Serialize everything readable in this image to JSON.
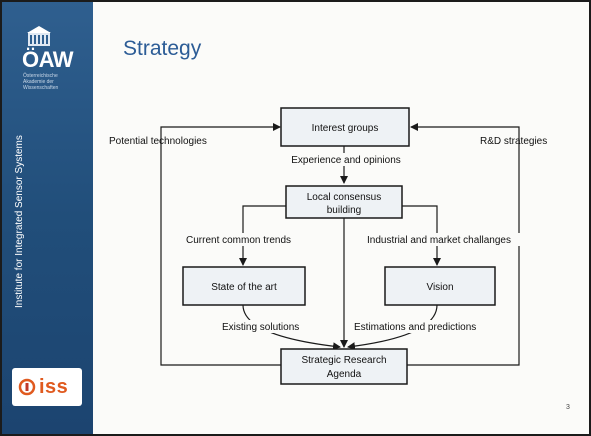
{
  "sidebar": {
    "logo_text": "ÖAW",
    "logo_sub": [
      "Österreichische",
      "Akademie der",
      "Wissenschaften"
    ],
    "vertical_title": "Institute for Integrated Sensor Systems",
    "bottom_logo_text": "iss",
    "accent": "#2a5a8a"
  },
  "slide": {
    "title": "Strategy",
    "page_number": "3"
  },
  "diagram": {
    "boxes": {
      "interest": "Interest groups",
      "consensus": [
        "Local consensus",
        "building"
      ],
      "state": "State of the art",
      "vision": "Vision",
      "agenda": [
        "Strategic Research",
        "Agenda"
      ]
    },
    "labels": {
      "potential": "Potential technologies",
      "rd": "R&D strategies",
      "experience": "Experience and opinions",
      "current": "Current common trends",
      "industrial": "Industrial and market challanges",
      "existing": "Existing solutions",
      "estimations": "Estimations and predictions"
    },
    "box_fill": "#eef2f5",
    "line_color": "#1a1a1a"
  }
}
